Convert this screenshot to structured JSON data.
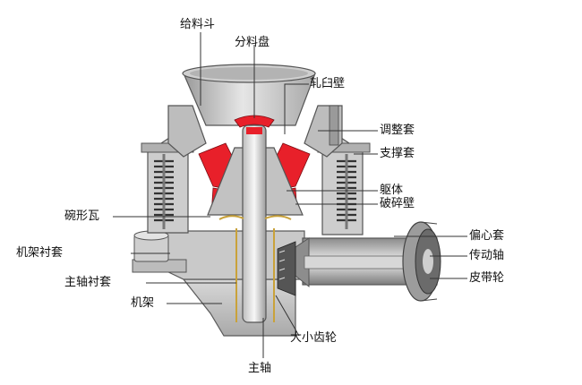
{
  "labels": {
    "feed_hopper": "给料斗",
    "distribution_plate": "分料盘",
    "mantle_liner": "轧臼壁",
    "adjusting_sleeve": "调整套",
    "support_sleeve": "支撑套",
    "body": "躯体",
    "concave_wall": "破碎壁",
    "bowl_bearing": "碗形瓦",
    "eccentric_sleeve": "偏心套",
    "frame_liner": "机架衬套",
    "drive_shaft": "传动轴",
    "main_shaft_liner": "主轴衬套",
    "pulley": "皮带轮",
    "frame": "机架",
    "bevel_gears": "大小齿轮",
    "main_shaft": "主轴"
  },
  "colors": {
    "red_parts": "#e8202a",
    "metal_light": "#d9d9d9",
    "metal_mid": "#b5b5b5",
    "metal_dark": "#6f6f6f",
    "spring": "#3a3a3a",
    "gold_liner": "#c9a23a"
  }
}
